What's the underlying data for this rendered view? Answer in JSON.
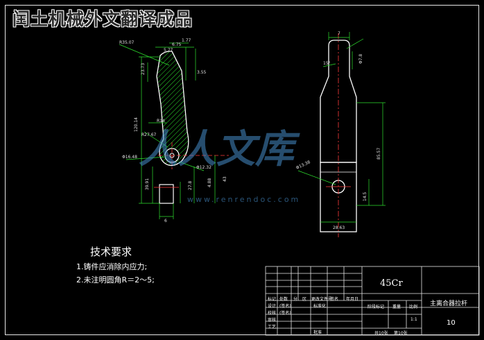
{
  "banner": "闰土机械外文翻译成品",
  "requirements": {
    "title": "技术要求",
    "items": [
      "1.铸件应消除内应力;",
      "2.未注明圆角R＝2～5;"
    ]
  },
  "title_block": {
    "material": "45Cr",
    "part_name": "主离合器拉杆",
    "drawing_number": "10",
    "headers": [
      "标记",
      "处数",
      "分",
      "区",
      "更改文件号",
      "签名",
      "年月日"
    ],
    "roles": [
      "设计",
      "校核",
      "审核",
      "工艺"
    ],
    "role_extra": [
      "(签名)",
      "(签名)",
      "标准化",
      "批准"
    ],
    "columns": [
      "阶段标记",
      "重量",
      "比例"
    ],
    "scale": "1:1",
    "sheets": "共10张",
    "sheet_no": "第10张"
  },
  "dimensions": {
    "side": [
      "R35.07",
      "6.75",
      "5.77",
      "1.77",
      "3.55",
      "23.73",
      "120.14",
      "R27.67",
      "R14",
      "Φ16.48",
      "Φ12.32",
      "4.88",
      "43",
      "39.91",
      "27.8",
      "6"
    ],
    "front": [
      "7",
      "Φ7.8",
      "15°",
      "85.57",
      "Φ13.38",
      "14.5",
      "28.63"
    ]
  },
  "watermark": {
    "text": "人人文库",
    "url": "www.renrendoc.com"
  },
  "colors": {
    "outline": "#ffffff",
    "dimension": "#2ee12e",
    "center": "#ff3b3b",
    "watermark": "#468cc8"
  }
}
